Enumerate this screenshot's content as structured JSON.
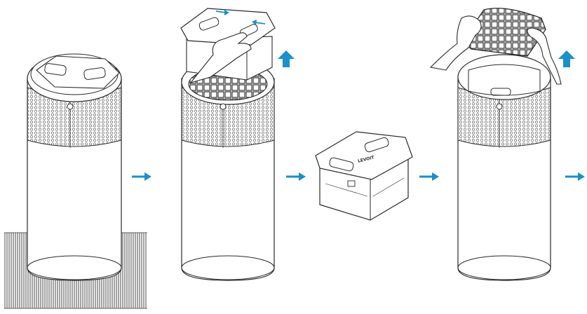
{
  "diagram": {
    "description_steps": [
      {
        "id": "step-1",
        "object": "air-purifier-standing-on-mat"
      },
      {
        "id": "step-2",
        "object": "lift-filter-cartridge-out-by-handles",
        "indicator": "up-arrow"
      },
      {
        "id": "step-3",
        "object": "filter-cartridge-removed"
      },
      {
        "id": "step-4",
        "object": "lift-top-grille-off",
        "indicator": "up-arrow"
      }
    ],
    "brand_text": "LEVOIT",
    "colors": {
      "accent": "#1a8fc9",
      "outline": "#2a2a2a",
      "fill": "#ffffff",
      "mesh": "#555555"
    },
    "icons": [
      "right-arrow-icon",
      "up-arrow-icon"
    ]
  }
}
